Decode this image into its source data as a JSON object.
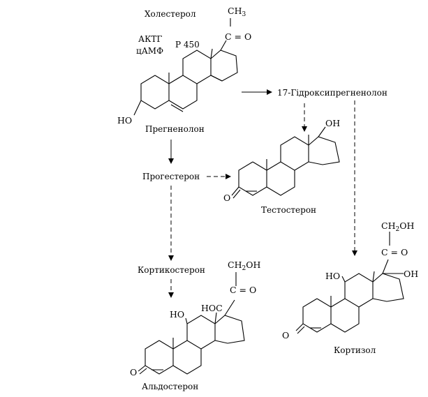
{
  "labels": {
    "cholesterol": "Холестерол",
    "acth": "АКТГ",
    "camp": "цАМФ",
    "p450": "Р 450",
    "pregnenolone": "Прегненолон",
    "hydroxypregnenolone": "17-Гідроксипрегненолон",
    "progesterone": "Прогестерон",
    "testosterone": "Тестостерон",
    "corticosterone": "Кортикостерон",
    "aldosterone": "Альдостерон",
    "cortisol": "Кортизол"
  },
  "atoms": {
    "ch3": "CH",
    "ch3_sub": "3",
    "carbonyl": "C = O",
    "ho": "HO",
    "oh": "OH",
    "o": "O",
    "ch2oh_c": "CH",
    "ch2oh_sub": "2",
    "ch2oh_oh": "OH",
    "hoc": "HOC"
  },
  "colors": {
    "ink": "#000000",
    "background": "#ffffff"
  }
}
